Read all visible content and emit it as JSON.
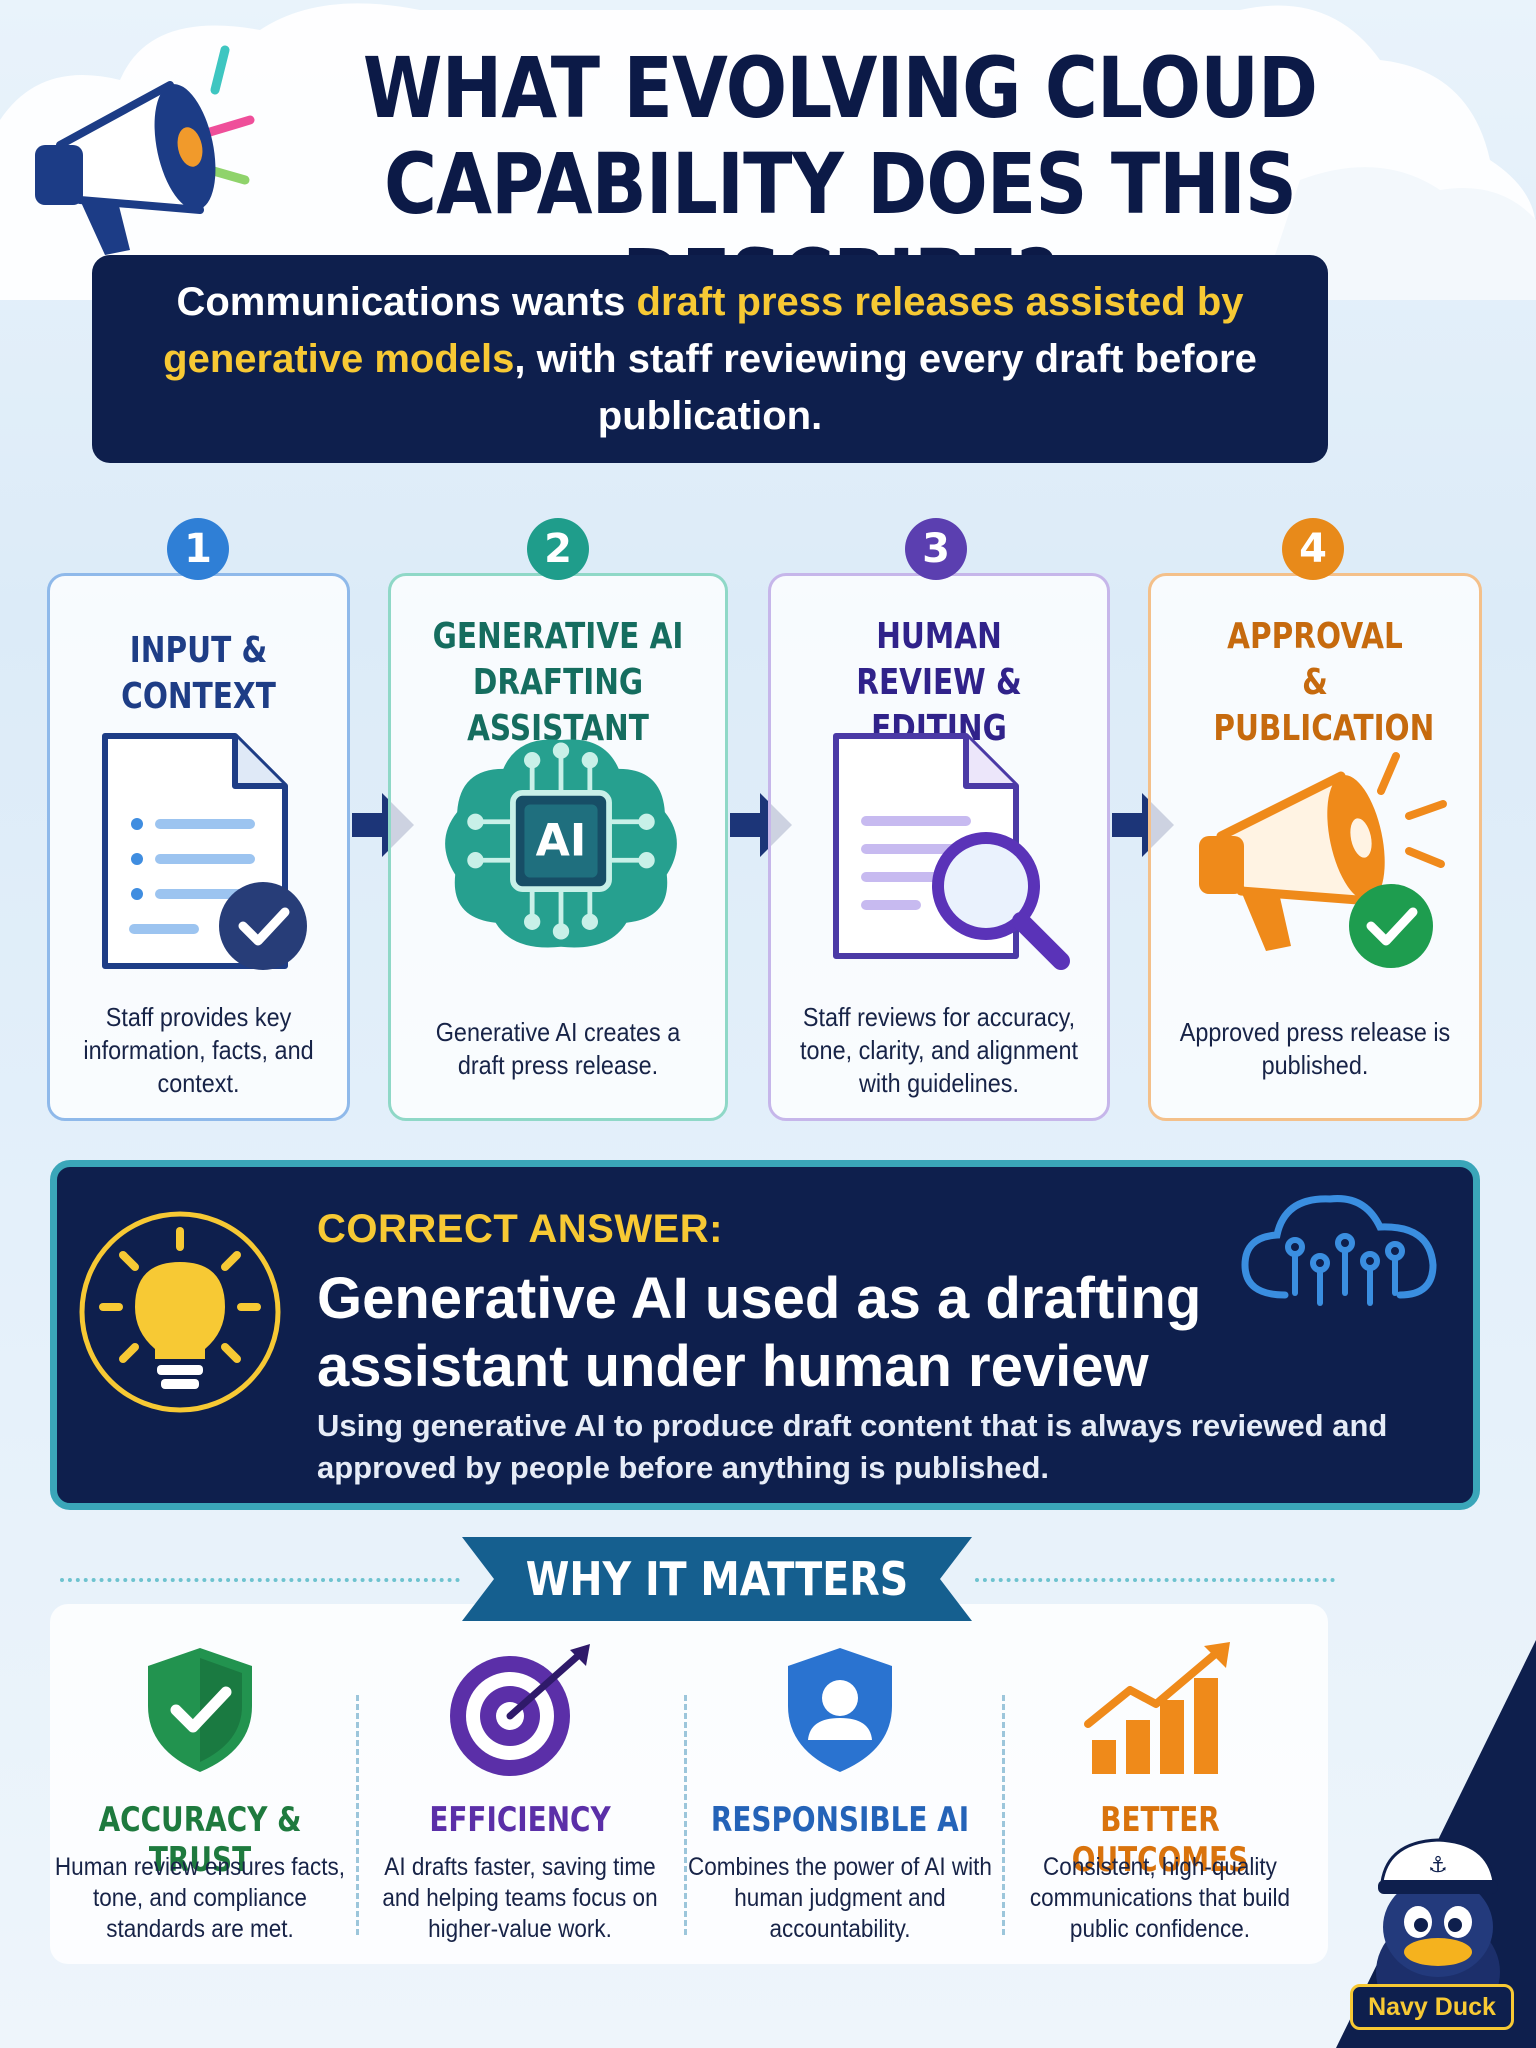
{
  "title": "WHAT EVOLVING CLOUD CAPABILITY DOES THIS DESCRIBE?",
  "question": {
    "part1": "Communications wants ",
    "highlight": "draft press releases assisted by generative models",
    "part2": ", with staff reviewing every draft before publication."
  },
  "steps": [
    {
      "number": "1",
      "title": "INPUT & CONTEXT",
      "desc": "Staff provides key information, facts, and context.",
      "color": "#2f7fd6",
      "icon": "document-check-icon"
    },
    {
      "number": "2",
      "title": "GENERATIVE AI DRAFTING ASSISTANT",
      "desc": "Generative AI creates a draft press release.",
      "color": "#1f9d8b",
      "icon": "ai-chip-icon",
      "icon_text": "AI"
    },
    {
      "number": "3",
      "title": "HUMAN REVIEW & EDITING",
      "desc": "Staff reviews for accuracy, tone, clarity, and alignment with guidelines.",
      "color": "#5b3fb0",
      "icon": "document-magnifier-icon"
    },
    {
      "number": "4",
      "title": "APPROVAL & PUBLICATION",
      "desc": "Approved press release is published.",
      "color": "#e88a1a",
      "icon": "megaphone-check-icon"
    }
  ],
  "answer": {
    "label": "CORRECT ANSWER:",
    "title": "Generative AI used as a drafting assistant under human review",
    "desc": "Using generative AI to produce draft content that is always reviewed and approved by people before anything is published."
  },
  "why": {
    "heading": "WHY IT MATTERS",
    "items": [
      {
        "title": "ACCURACY & TRUST",
        "desc": "Human review ensures facts, tone, and compliance standards are met.",
        "color": "#1f8a4c",
        "icon": "shield-check-icon"
      },
      {
        "title": "EFFICIENCY",
        "desc": "AI drafts faster, saving time and helping teams focus on higher-value work.",
        "color": "#5b2fa8",
        "icon": "target-icon"
      },
      {
        "title": "RESPONSIBLE AI",
        "desc": "Combines the power of AI with human judgment and accountability.",
        "color": "#2a73d0",
        "icon": "shield-user-icon"
      },
      {
        "title": "BETTER OUTCOMES",
        "desc": "Consistent, high-quality communications that build public confidence.",
        "color": "#e88a1a",
        "icon": "growth-chart-icon"
      }
    ]
  },
  "brand": "Navy Duck",
  "colors": {
    "navy": "#0e1f4d",
    "yellow": "#f7c934",
    "teal_border": "#3aa6b9"
  }
}
